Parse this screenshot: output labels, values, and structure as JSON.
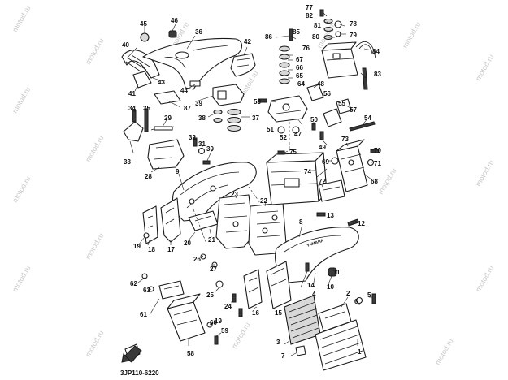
{
  "diagram": {
    "drawing_code": "3JP110-6220",
    "brand_mark": "YAMAHA",
    "watermark": "motod.ru",
    "callouts": [
      "1",
      "2",
      "3",
      "4",
      "5",
      "6",
      "7",
      "8",
      "9",
      "10",
      "11",
      "12",
      "13",
      "14",
      "15",
      "16",
      "17",
      "18",
      "19",
      "20",
      "21",
      "22",
      "23",
      "24",
      "25",
      "26",
      "27",
      "28",
      "29",
      "30",
      "31",
      "32",
      "33",
      "34",
      "35",
      "36",
      "37",
      "38",
      "39",
      "40",
      "41",
      "42",
      "43",
      "44",
      "45",
      "46",
      "47",
      "48",
      "49",
      "50",
      "51",
      "52",
      "53",
      "54",
      "55",
      "56",
      "57",
      "58",
      "59",
      "60",
      "61",
      "62",
      "63",
      "64",
      "65",
      "66",
      "67",
      "68",
      "69",
      "70",
      "71",
      "72",
      "73",
      "74",
      "75",
      "76",
      "77",
      "78",
      "79",
      "80",
      "81",
      "82",
      "83",
      "84",
      "85",
      "86",
      "87"
    ]
  }
}
